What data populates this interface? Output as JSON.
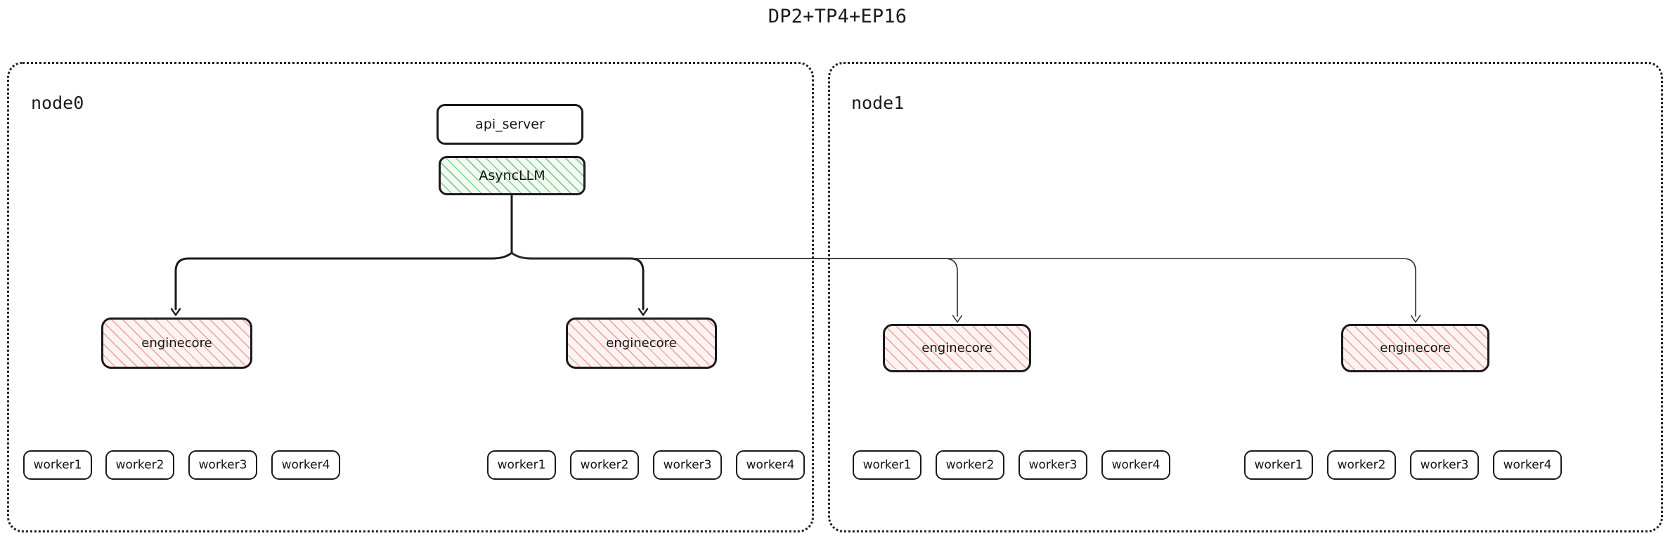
{
  "title": "DP2+TP4+EP16",
  "colors": {
    "stroke": "#1a1a1a",
    "hatch_green": "#70c47c",
    "hatch_pink": "#e8968c",
    "background": "#ffffff",
    "container_border": "#1f1f1f"
  },
  "nodes": [
    {
      "id": "node0",
      "label": "node0",
      "api_server": {
        "label": "api_server"
      },
      "async_llm": {
        "label": "AsyncLLM"
      },
      "enginecores": [
        {
          "label": "enginecore"
        },
        {
          "label": "enginecore"
        }
      ],
      "worker_groups": [
        {
          "workers": [
            {
              "label": "worker1"
            },
            {
              "label": "worker2"
            },
            {
              "label": "worker3"
            },
            {
              "label": "worker4"
            }
          ]
        },
        {
          "workers": [
            {
              "label": "worker1"
            },
            {
              "label": "worker2"
            },
            {
              "label": "worker3"
            },
            {
              "label": "worker4"
            }
          ]
        }
      ]
    },
    {
      "id": "node1",
      "label": "node1",
      "enginecores": [
        {
          "label": "enginecore"
        },
        {
          "label": "enginecore"
        }
      ],
      "worker_groups": [
        {
          "workers": [
            {
              "label": "worker1"
            },
            {
              "label": "worker2"
            },
            {
              "label": "worker3"
            },
            {
              "label": "worker4"
            }
          ]
        },
        {
          "workers": [
            {
              "label": "worker1"
            },
            {
              "label": "worker2"
            },
            {
              "label": "worker3"
            },
            {
              "label": "worker4"
            }
          ]
        }
      ]
    }
  ]
}
